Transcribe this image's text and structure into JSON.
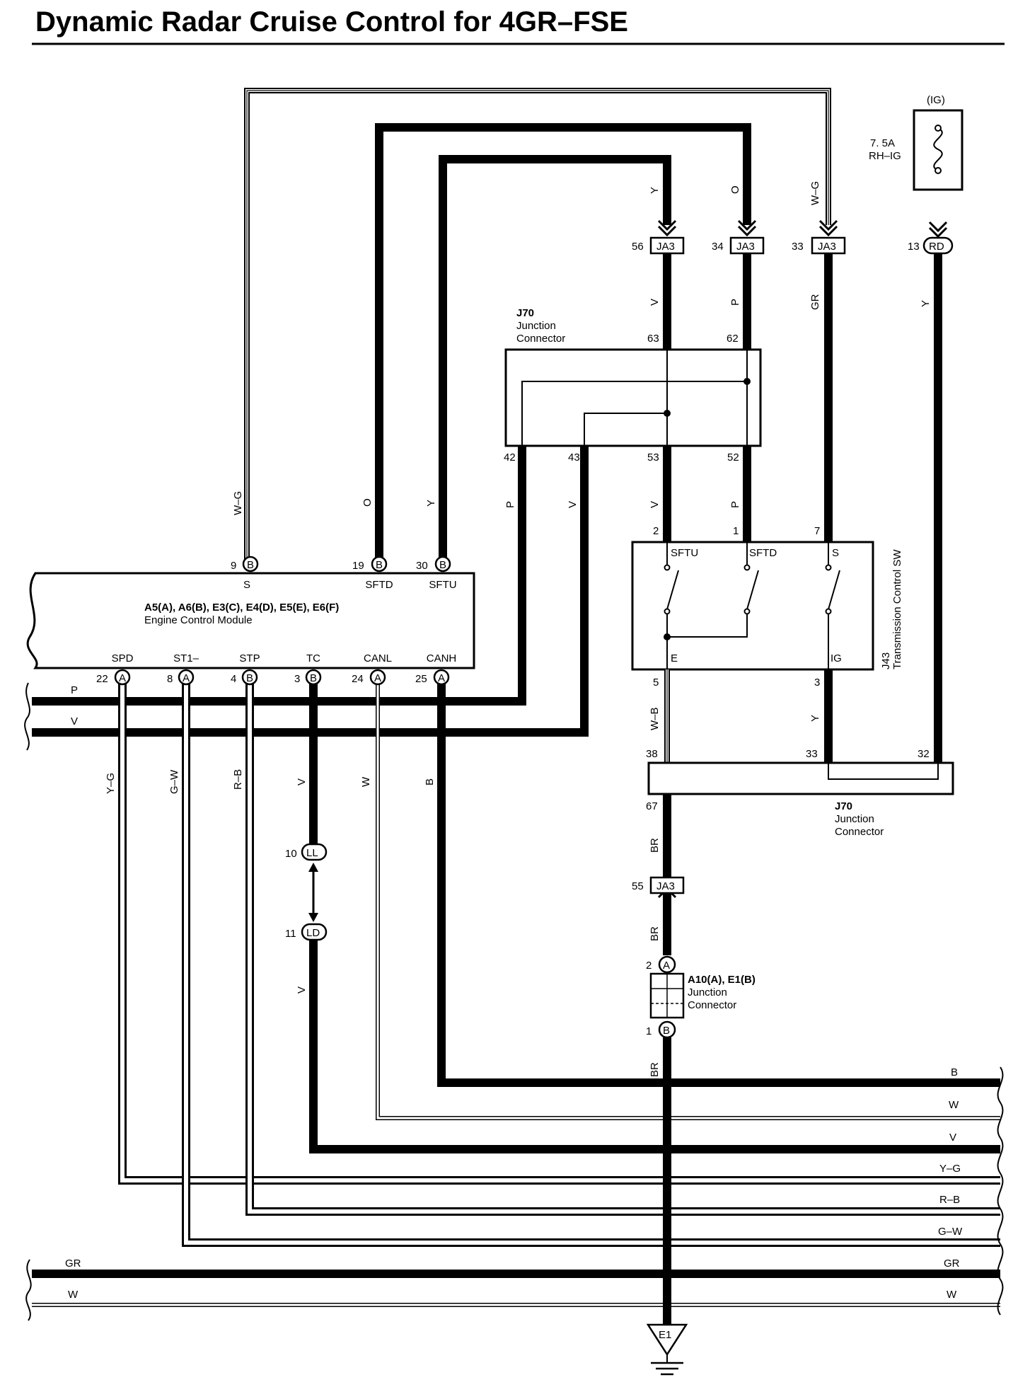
{
  "title": "Dynamic Radar Cruise Control for 4GR–FSE",
  "fuse": {
    "power": "(IG)",
    "rating": "7. 5A",
    "name": "RH–IG"
  },
  "ecm": {
    "label_line1": "A5(A), A6(B), E3(C), E4(D), E5(E), E6(F)",
    "label_line2": "Engine Control Module",
    "top_pins": [
      {
        "num": "9",
        "conn": "B",
        "name": "S",
        "wire": "W–G"
      },
      {
        "num": "19",
        "conn": "B",
        "name": "SFTD",
        "wire": "O"
      },
      {
        "num": "30",
        "conn": "B",
        "name": "SFTU",
        "wire": "Y"
      }
    ],
    "bottom_pins": [
      {
        "num": "22",
        "conn": "A",
        "name": "SPD",
        "wire": "Y–G"
      },
      {
        "num": "8",
        "conn": "A",
        "name": "ST1–",
        "wire": "G–W"
      },
      {
        "num": "4",
        "conn": "B",
        "name": "STP",
        "wire": "R–B"
      },
      {
        "num": "3",
        "conn": "B",
        "name": "TC",
        "wire": "V"
      },
      {
        "num": "24",
        "conn": "A",
        "name": "CANL",
        "wire": "W"
      },
      {
        "num": "25",
        "conn": "A",
        "name": "CANH",
        "wire": "B"
      }
    ]
  },
  "ja3": [
    {
      "num": "56",
      "id": "JA3",
      "wire_in": "Y",
      "wire_out": "V"
    },
    {
      "num": "34",
      "id": "JA3",
      "wire_in": "O",
      "wire_out": "P"
    },
    {
      "num": "33",
      "id": "JA3",
      "wire_in": "W–G",
      "wire_out": "GR"
    },
    {
      "num": "13",
      "id": "RD",
      "wire_out": "Y"
    },
    {
      "num": "55",
      "id": "JA3"
    }
  ],
  "j70_upper": {
    "label_line1": "J70",
    "label_line2": "Junction",
    "label_line3": "Connector",
    "pins": {
      "p63": "63",
      "p62": "62",
      "p42": "42",
      "p43": "43",
      "p53": "53",
      "p52": "52"
    },
    "wires": {
      "w42": "P",
      "w43": "V",
      "w53": "V",
      "w52": "P"
    }
  },
  "j43": {
    "name": "Transmission Control SW",
    "id": "J43",
    "terms": {
      "sftu": "SFTU",
      "sftd": "SFTD",
      "s": "S",
      "e": "E",
      "ig": "IG"
    },
    "pins": {
      "p2": "2",
      "p1": "1",
      "p7": "7",
      "p5": "5",
      "p3": "3"
    },
    "wires": {
      "w5": "W–B",
      "w3": "Y"
    }
  },
  "j70_lower": {
    "label_line1": "J70",
    "label_line2": "Junction",
    "label_line3": "Connector",
    "pins": {
      "p38": "38",
      "p33": "33",
      "p32": "32",
      "p67": "67"
    },
    "wires": {
      "w67": "BR",
      "w55": "BR",
      "w1": "BR"
    }
  },
  "jc_a10": {
    "label_line1": "A10(A), E1(B)",
    "label_line2": "Junction",
    "label_line3": "Connector",
    "pin_top": {
      "num": "2",
      "conn": "A"
    },
    "pin_bot": {
      "num": "1",
      "conn": "B"
    }
  },
  "ll": {
    "num": "10",
    "id": "LL"
  },
  "ld": {
    "num": "11",
    "id": "LD",
    "wire": "V"
  },
  "ground": "E1",
  "left_bus": {
    "p": "P",
    "v": "V",
    "gr": "GR",
    "w": "W"
  },
  "right_bus": [
    "B",
    "W",
    "V",
    "Y–G",
    "R–B",
    "G–W",
    "GR",
    "W"
  ]
}
